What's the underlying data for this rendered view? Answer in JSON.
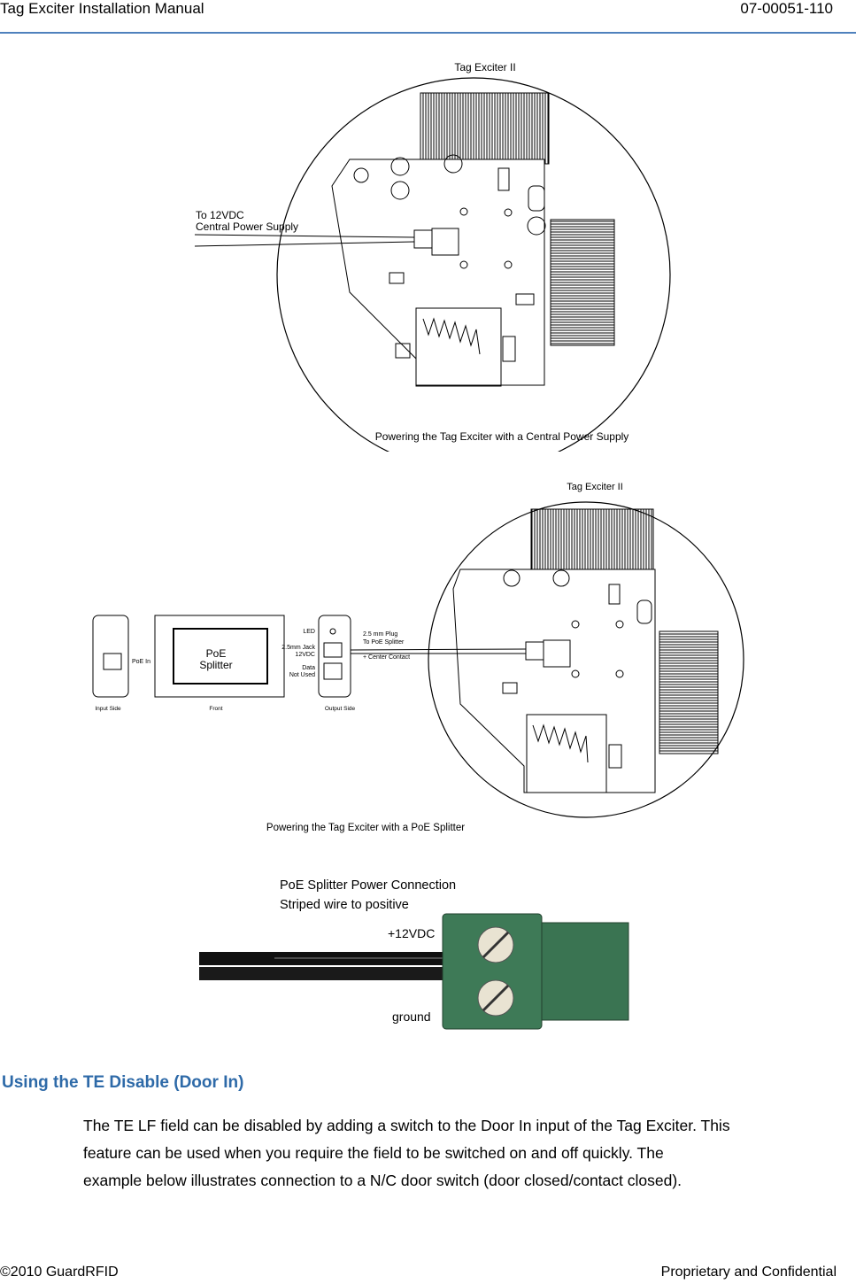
{
  "header": {
    "title": "Tag Exciter Installation Manual",
    "doc_number": "07-00051-110"
  },
  "figure1": {
    "device_label": "Tag Exciter II",
    "wire_label_1": "To 12VDC",
    "wire_label_2": "Central Power Supply",
    "caption": "Powering the Tag Exciter with a Central Power Supply"
  },
  "figure2": {
    "device_label": "Tag Exciter II",
    "poe_1": "PoE",
    "poe_2": "Splitter",
    "poe_in": "PoE In",
    "led": "LED",
    "jack_1": "2.5mm Jack",
    "jack_2": "12VDC",
    "data_1": "Data",
    "data_2": "Not Used",
    "plug_1": "2.5 mm Plug",
    "plug_2": "To PoE Splitter",
    "plug_3": "+ Center Contact",
    "input_side": "Input Side",
    "front": "Front",
    "output_side": "Output Side",
    "caption": "Powering the Tag Exciter with a PoE Splitter"
  },
  "figure3": {
    "title_1": "PoE Splitter Power Connection",
    "title_2": "Striped wire to positive",
    "plus": "+12VDC",
    "ground": "ground"
  },
  "section": {
    "heading": "Using the TE Disable (Door In)",
    "lines": [
      "The TE LF field can be disabled by adding a switch to the Door In input of the Tag Exciter. This",
      "feature can be used when you require the field to be switched on and off quickly. The",
      "example below illustrates connection to a N/C door switch (door closed/contact closed)."
    ]
  },
  "footer": {
    "left": "©2010 GuardRFID",
    "right": "Proprietary and Confidential"
  }
}
